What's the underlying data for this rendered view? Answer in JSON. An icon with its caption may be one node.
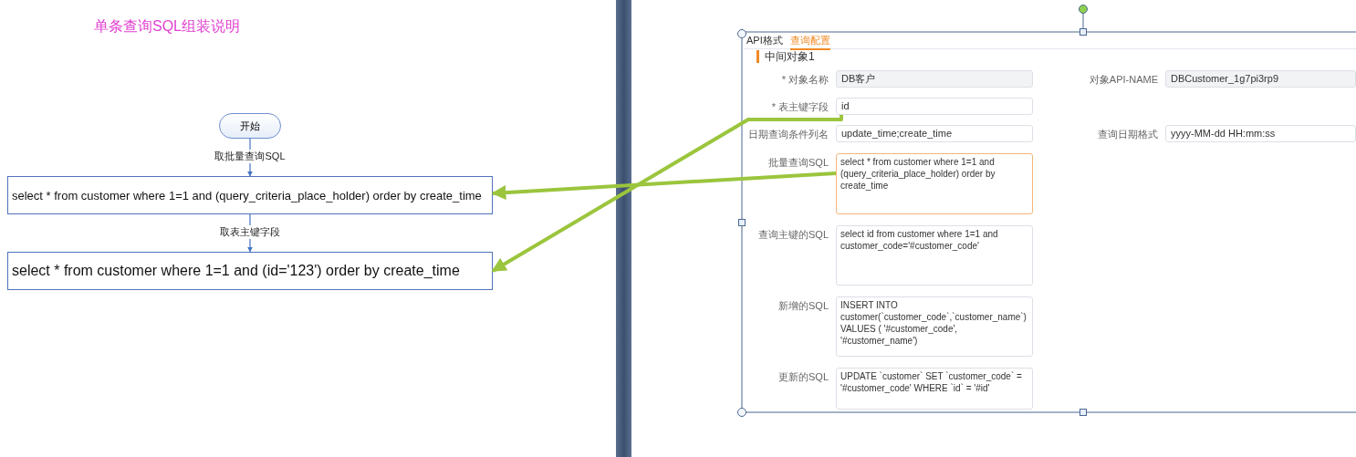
{
  "diagram": {
    "title": "单条查询SQL组装说明",
    "nodes": [
      {
        "text": [
          "开始"
        ]
      },
      {
        "text": [
          "select * from customer where 1=1 and (query_criteria_place_holder) order by create_time"
        ]
      },
      {
        "text": [
          "select * from customer where 1=1 and (id='123') order by create_time"
        ]
      },
      {
        "text": [
          "DB客户"
        ],
        "beside": [
          "* 对象名称"
        ]
      },
      {
        "text": [
          "DBCustomer_1g7pi3rp9"
        ],
        "beside": [
          "对象API-NAME"
        ]
      },
      {
        "text": [
          "id"
        ],
        "beside": [
          "* 表主键字段"
        ]
      },
      {
        "text": [
          "update_time;create_time"
        ],
        "beside": [
          "日期查询条件列名"
        ]
      },
      {
        "text": [
          "yyyy-MM-dd HH:mm:ss"
        ],
        "beside": [
          "查询日期格式"
        ]
      },
      {
        "text": [
          "select * from customer where 1=1 and (query_criteria_place_holder) order by create_time"
        ],
        "beside": [
          "批量查询SQL"
        ]
      },
      {
        "text": [
          "select id from customer where 1=1 and customer_code='#customer_code'"
        ],
        "beside": [
          "查询主键的SQL"
        ]
      },
      {
        "text": [
          "INSERT INTO customer(`customer_code`,`customer_name`) VALUES ( '#customer_code', '#customer_name')"
        ],
        "beside": [
          "新增的SQL"
        ]
      },
      {
        "text": [
          "UPDATE `customer` SET `customer_code` = '#customer_code' WHERE `id` = '#id'"
        ],
        "beside": [
          "更新的SQL"
        ]
      }
    ],
    "edges": [
      {
        "from": 0,
        "to": 1,
        "arrow": "to",
        "label": "取批量查询SQL"
      },
      {
        "from": 1,
        "to": 2,
        "arrow": "to",
        "label": "取表主键字段"
      },
      {
        "from": 8,
        "to": 1,
        "arrow": "to",
        "style": "thick",
        "color": "#9bc53d"
      },
      {
        "from": 5,
        "to": 2,
        "arrow": "to",
        "style": "thick",
        "color": "#9bc53d"
      }
    ],
    "labels": [
      "API格式",
      "查询配置",
      "中间对象1"
    ]
  }
}
